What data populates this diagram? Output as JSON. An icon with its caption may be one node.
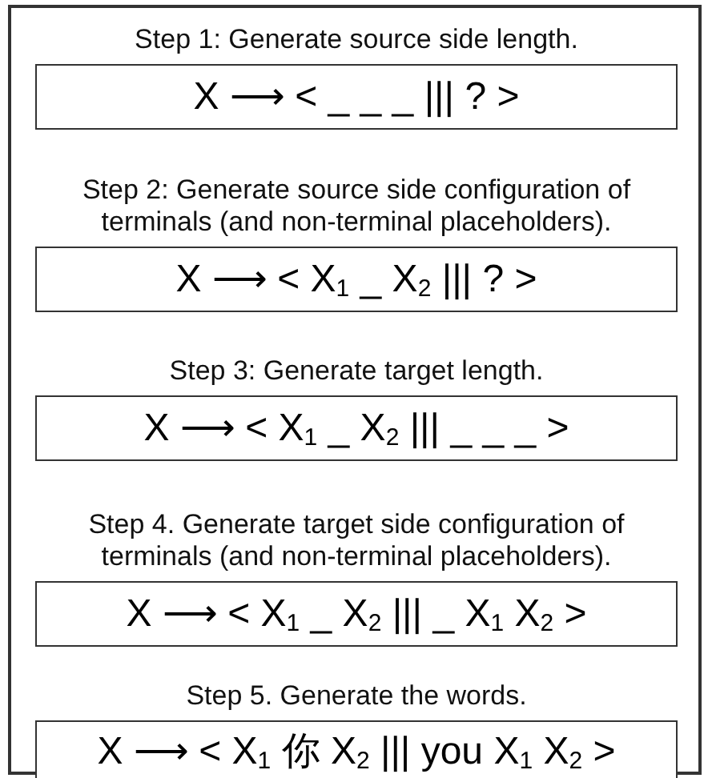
{
  "diagram": {
    "nodes": [
      {
        "text": [],
        "shape": "box"
      },
      {
        "text": [
          "Step 1: Generate source side length.",
          "X ⟶ < _ _ _ ||| ? >"
        ],
        "in": 0
      },
      {
        "text": [
          "Step 2: Generate source side configuration of terminals (and non-terminal placeholders).",
          "X ⟶ < X$_{1}$ _ X$_{2}$ ||| ? >"
        ],
        "in": 0
      },
      {
        "text": [
          "Step 3: Generate target length.",
          "X ⟶ < X$_{1}$ _ X$_{2}$ ||| _ _ _ >"
        ],
        "in": 0
      },
      {
        "text": [
          "Step 4. Generate target side configuration of terminals (and non-terminal placeholders).",
          "X ⟶ < X$_{1}$ _ X$_{2}$ ||| _ X$_{1}$ X$_{2}$ >"
        ],
        "in": 0
      },
      {
        "text": [
          "Step 5. Generate the words.",
          "X ⟶ < X$_{1}$ 你 X$_{2}$ ||| you X$_{1}$ X$_{2}$ >"
        ],
        "in": 0
      }
    ]
  }
}
